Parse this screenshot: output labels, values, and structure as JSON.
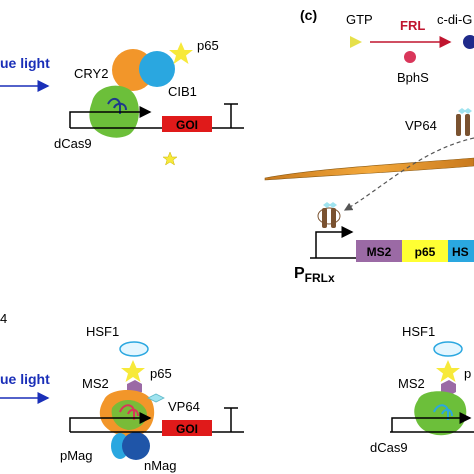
{
  "panels": {
    "c": {
      "label": "(c)"
    }
  },
  "top_left": {
    "light_label": "ue light",
    "proteins": {
      "cry2": "CRY2",
      "cib1": "CIB1",
      "p65": "p65",
      "dcas9": "dCas9"
    },
    "gene": "GOI",
    "colors": {
      "light": "#1a2fb8",
      "cry2": "#f2962a",
      "cib1": "#2aa7e0",
      "dcas9": "#6cbf3a",
      "star": "#f7e93a",
      "goi": "#e01a1a"
    }
  },
  "top_right": {
    "gtp": "GTP",
    "frl": "FRL",
    "product": "c-di-G",
    "bphs": "BphS",
    "vp64": "VP64",
    "promoter_main": "P",
    "promoter_sub": "FRLx",
    "modules": [
      "MS2",
      "p65",
      "HS"
    ],
    "colors": {
      "frl": "#c0152f",
      "ms2": "#9b6aa5",
      "p65": "#ffff33",
      "hsf": "#2aa7e0"
    }
  },
  "bottom_left": {
    "marker": "4",
    "light_label": "ue light",
    "proteins": {
      "hsf1": "HSF1",
      "ms2": "MS2",
      "p65": "p65",
      "vp64": "VP64",
      "pmag": "pMag",
      "nmag": "nMag"
    },
    "gene": "GOI"
  },
  "bottom_right": {
    "proteins": {
      "hsf1": "HSF1",
      "ms2": "MS2",
      "p65": "p",
      "dcas9": "dCas9"
    }
  }
}
